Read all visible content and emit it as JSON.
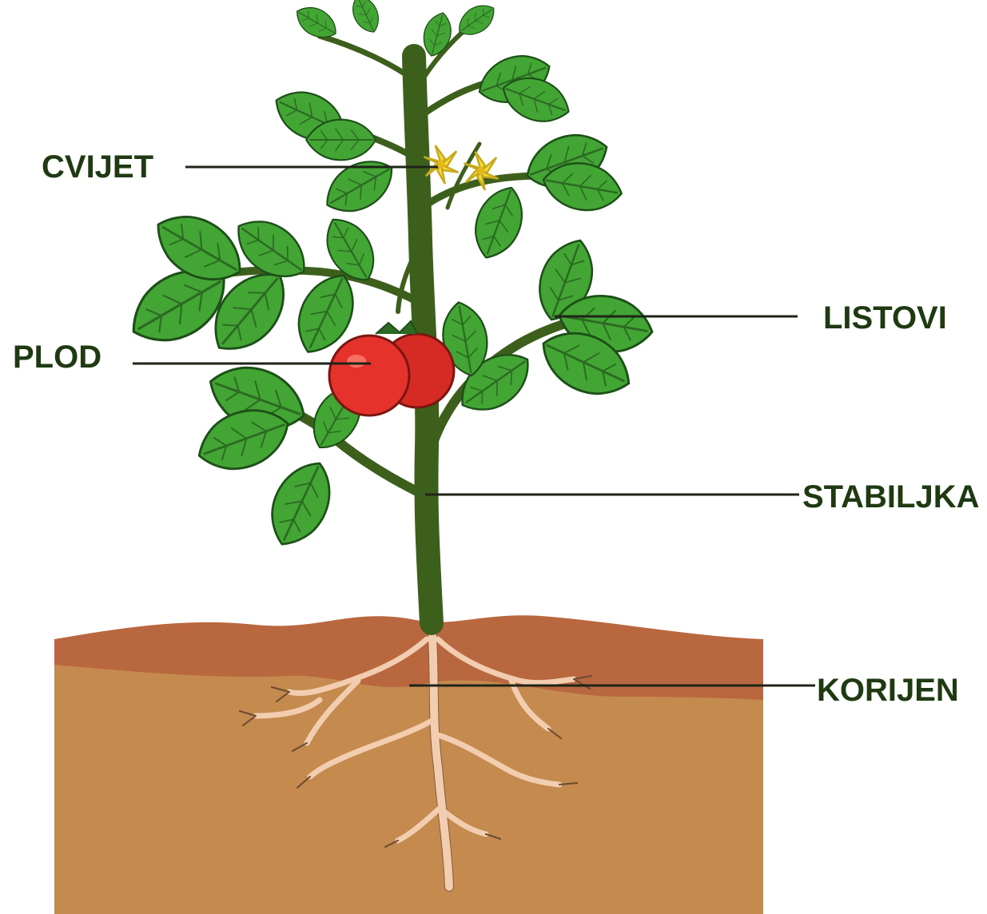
{
  "labels": {
    "flower": "CVIJET",
    "fruit": "PLOD",
    "leaves": "LISTOVI",
    "stem": "STABILJKA",
    "root": "KORIJEN"
  },
  "colors": {
    "label_text": "#1f3a12",
    "leader_line": "#1e2418",
    "leaf": "#43a534",
    "leaf_dark": "#2b6a22",
    "stem": "#3d5f1c",
    "flower": "#f3dc3a",
    "tomato": "#e5322b",
    "soil_top": "#b9673f",
    "soil": "#c48a4e",
    "root": "#f2cdb0"
  },
  "icons": {
    "plant": "tomato-plant-illustration"
  }
}
